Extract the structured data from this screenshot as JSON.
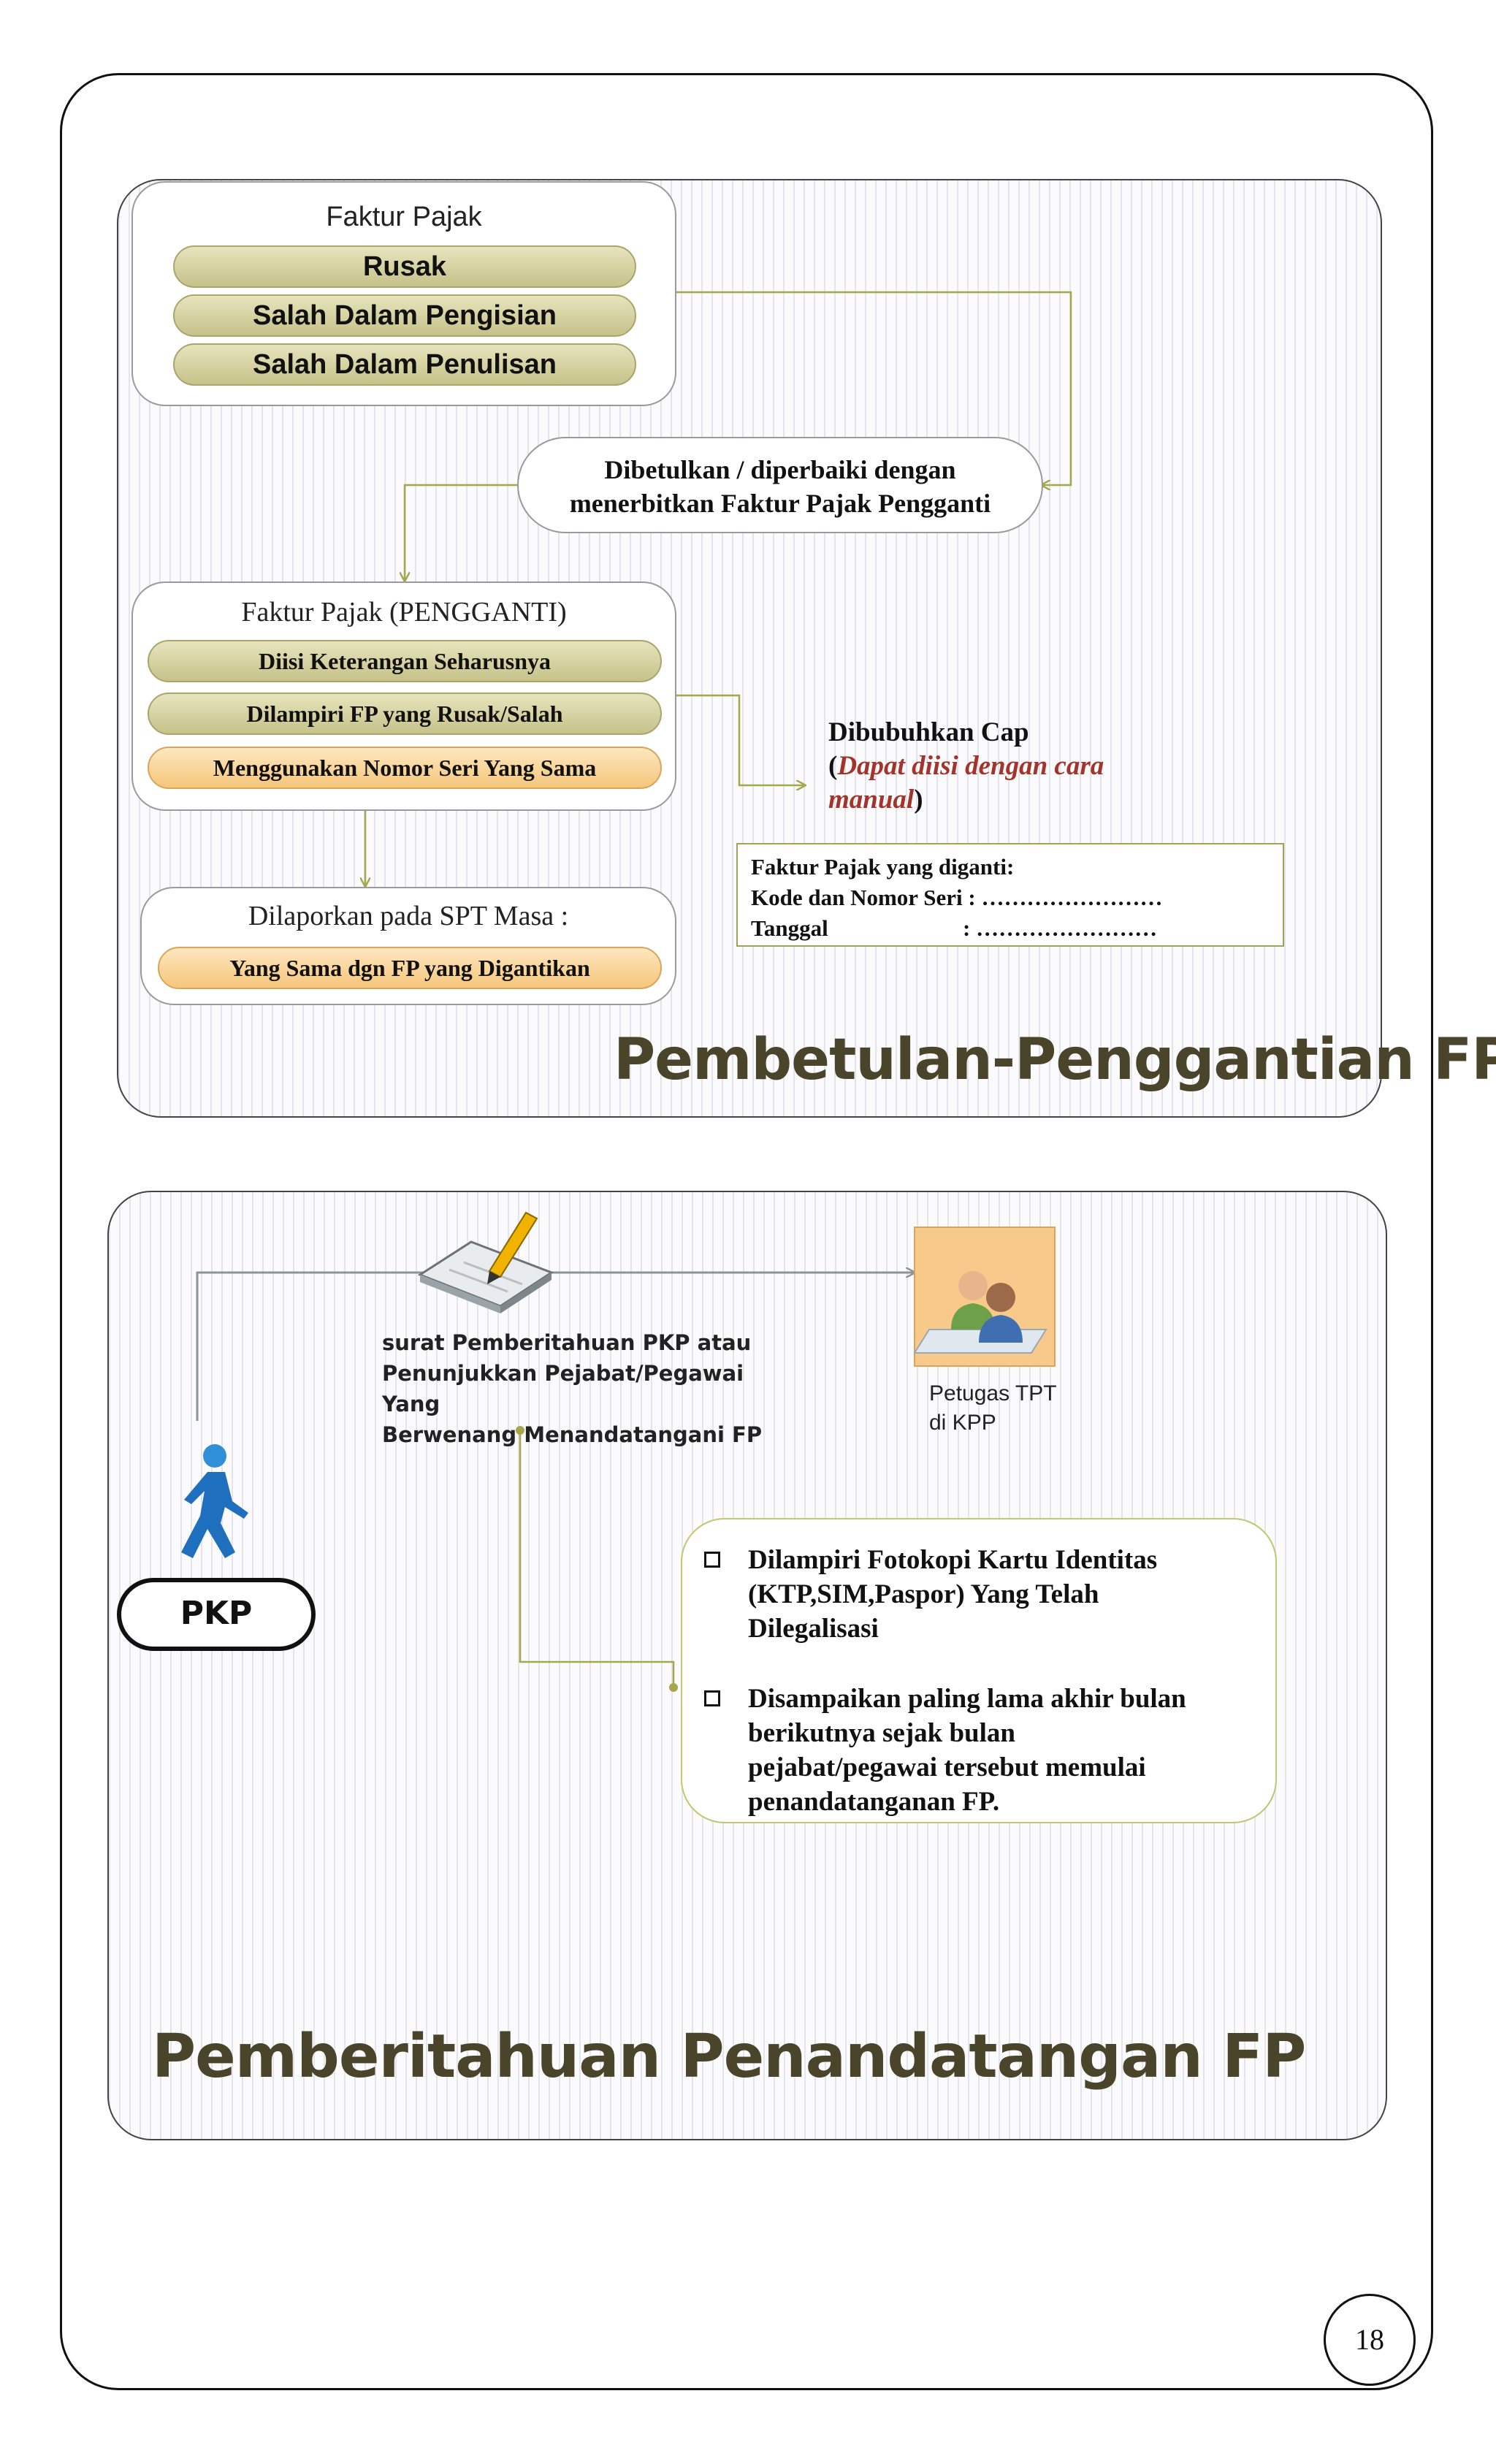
{
  "slide1": {
    "top_box": {
      "title": "Faktur Pajak",
      "items": [
        "Rusak",
        "Salah Dalam Pengisian",
        "Salah Dalam Penulisan"
      ]
    },
    "middle_box": {
      "line1": "Dibetulkan / diperbaiki dengan",
      "line2": "menerbitkan Faktur Pajak Pengganti"
    },
    "replacement_box": {
      "title": "Faktur Pajak (PENGGANTI)",
      "items": [
        "Diisi Keterangan Seharusnya",
        "Dilampiri FP yang Rusak/Salah",
        "Menggunakan Nomor Seri Yang Sama"
      ]
    },
    "stamp": {
      "heading": "Dibubuhkan Cap",
      "paren_open": "(",
      "italic_line1": "Dapat diisi dengan cara",
      "italic_line2": "manual",
      "paren_close": ")"
    },
    "stamp_form": {
      "line1": "Faktur Pajak yang diganti:",
      "line2": "Kode dan Nomor Seri : ……………………",
      "line3_label": "Tanggal",
      "line3_value": ": ……………………"
    },
    "spt_box": {
      "title": "Dilaporkan pada SPT Masa :",
      "item": "Yang Sama dgn FP yang Digantikan"
    },
    "title": "Pembetulan-Penggantian FP"
  },
  "slide2": {
    "document_caption": {
      "line1": "surat Pemberitahuan PKP atau",
      "line2": "Penunjukkan Pejabat/Pegawai Yang",
      "line3": "Berwenang Menandatangani FP"
    },
    "officer_caption": {
      "line1": "Petugas TPT",
      "line2": "di KPP"
    },
    "pkp_label": "PKP",
    "notes": [
      {
        "lines": [
          "Dilampiri Fotokopi Kartu Identitas",
          "(KTP,SIM,Paspor) Yang Telah",
          "Dilegalisasi"
        ]
      },
      {
        "lines": [
          "Disampaikan paling lama akhir bulan",
          "berikutnya sejak bulan",
          "pejabat/pegawai tersebut memulai",
          "penandatanganan FP."
        ]
      }
    ],
    "title": "Pemberitahuan Penandatangan FP"
  },
  "page_number": "18",
  "colors": {
    "olive_title": "#49442a",
    "connector": "#a3a84a",
    "italic_red": "#a3342b",
    "olive_pill": "#c6c28a",
    "orange_pill": "#f6c67c"
  }
}
